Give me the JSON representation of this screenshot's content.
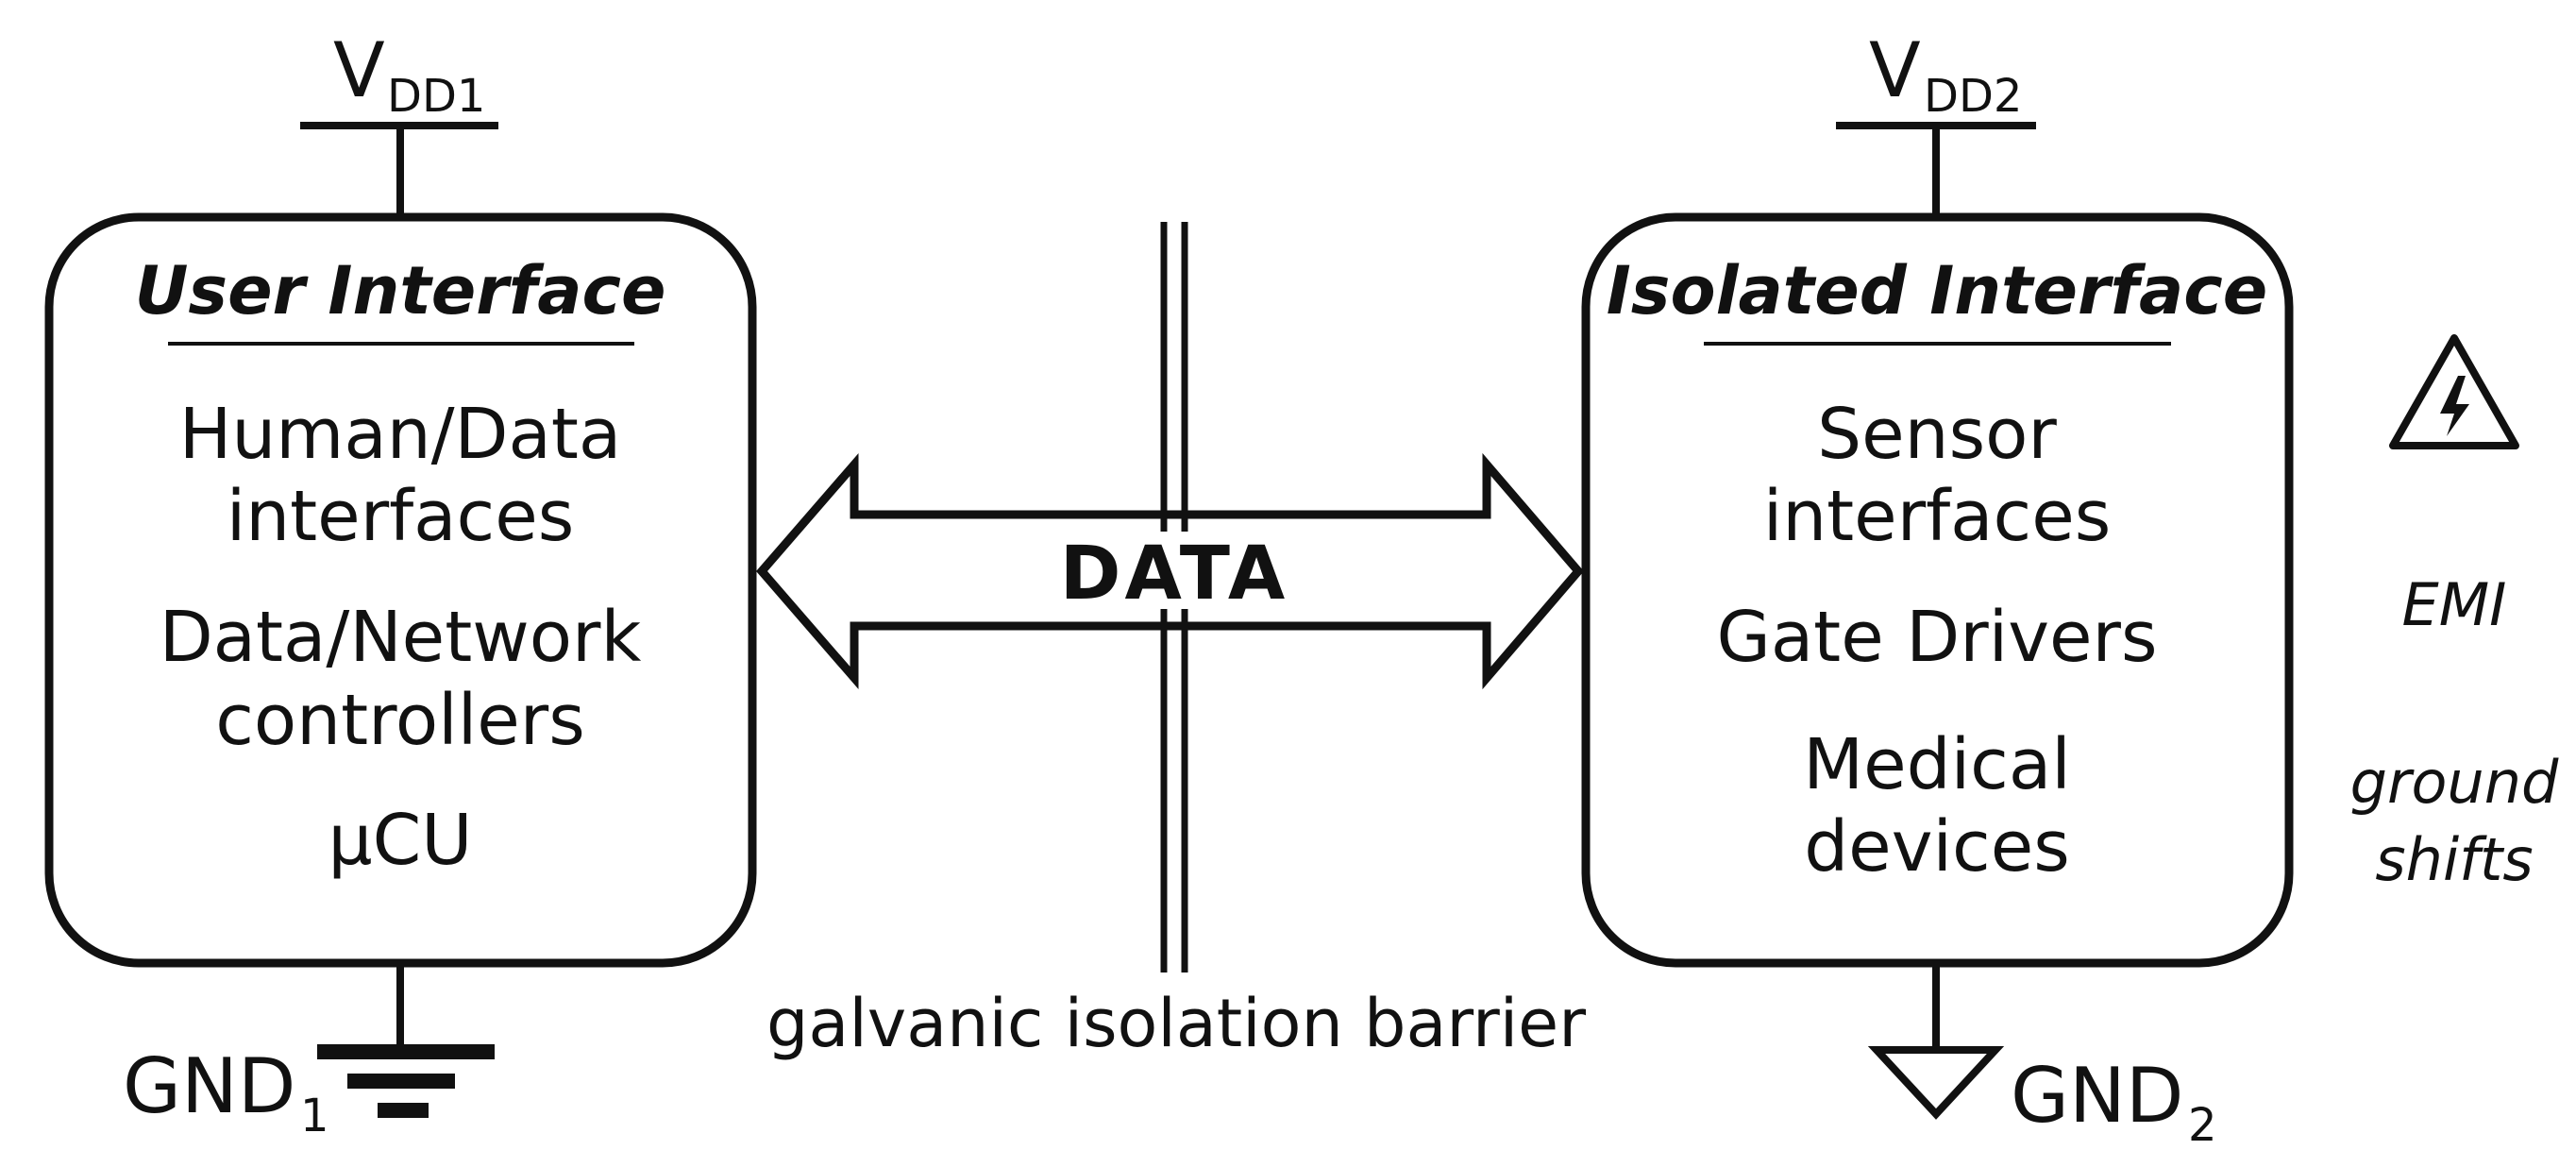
{
  "supplies": {
    "left": {
      "main": "V",
      "sub": "DD1"
    },
    "right": {
      "main": "V",
      "sub": "DD2"
    }
  },
  "grounds": {
    "left": {
      "main": "GND",
      "sub": "1"
    },
    "right": {
      "main": "GND",
      "sub": "2"
    }
  },
  "user_box": {
    "title": "User Interface",
    "lines": [
      "Human/Data",
      "interfaces",
      "Data/Network",
      "controllers",
      "µCU"
    ]
  },
  "isolated_box": {
    "title": "Isolated Interface",
    "lines": [
      "Sensor",
      "interfaces",
      "Gate Drivers",
      "Medical",
      "devices"
    ]
  },
  "link": {
    "label": "DATA"
  },
  "barrier": {
    "label": "galvanic isolation barrier"
  },
  "hazards": {
    "icon": "high-voltage-warning-icon",
    "labels": [
      "EMI",
      "ground",
      "shifts"
    ]
  }
}
